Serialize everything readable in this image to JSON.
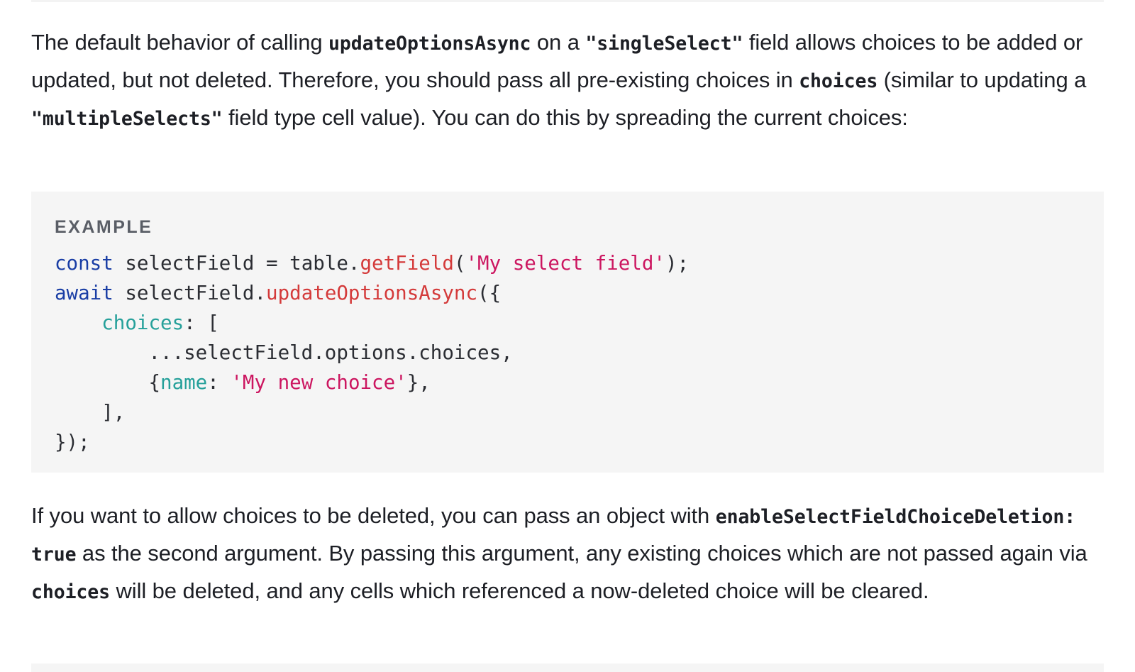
{
  "intro": {
    "t1": "The default behavior of calling ",
    "c1": "updateOptionsAsync",
    "t2": " on a ",
    "c2": "\"singleSelect\"",
    "t3": " field allows choices to be added or updated, but not deleted. Therefore, you should pass all pre-existing choices in ",
    "c3": "choices",
    "t4": " (similar to updating a ",
    "c4": "\"multipleSelects\"",
    "t5": " field type cell value). You can do this by spreading the current choices:"
  },
  "example": {
    "label": "EXAMPLE",
    "tokens": {
      "const": "const",
      "l1a": " selectField = table.",
      "getField": "getField",
      "p1": "(",
      "s1": "'My select field'",
      "l1b": ");",
      "await": "await",
      "l2a": " selectField.",
      "updateOptionsAsync": "updateOptionsAsync",
      "l2b": "({",
      "ind4": "    ",
      "choices": "choices",
      "l3b": ": [",
      "l4": "        ...selectField.options.choices,",
      "ind8": "        ",
      "brace_open": "{",
      "name": "name",
      "colon": ": ",
      "s2": "'My new choice'",
      "l5b": "},",
      "l6": "    ],",
      "l7": "});"
    }
  },
  "deletion": {
    "t1": "If you want to allow choices to be deleted, you can pass an object with ",
    "c1": "enableSelectFieldChoiceDeletion: true",
    "t2": " as the second argument. By passing this argument, any existing choices which are not passed again via ",
    "c2": "choices",
    "t3": " will be deleted, and any cells which referenced a now-deleted choice will be cleared."
  }
}
